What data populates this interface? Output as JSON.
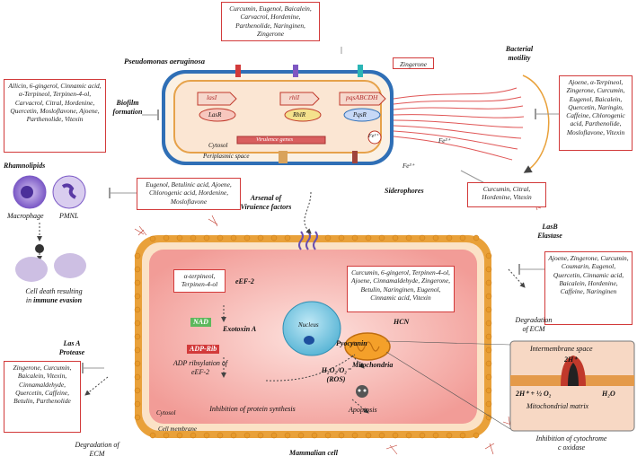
{
  "organism": {
    "name": "Pseudomonas aeruginosa",
    "mammal_label": "Mammalian cell"
  },
  "qs_genes": {
    "las": "lasI",
    "rhl": "rhlI",
    "pqs": "pqsABCDH",
    "lasr": "LasR",
    "rhlr": "RhlR",
    "pqsr": "PqsR",
    "virulence": "Virulence genes",
    "cytosol": "Cytosol",
    "periplasm": "Periplasmic space"
  },
  "top_box": "Curcumin, Eugenol, Baicalein, Carvacrol, Hordenine, Parthenolide, Naringinen, Zingerone",
  "zingerone_box": "Zingerone",
  "biofilm": {
    "label": "Biofilm formation",
    "inhibitors": "Allicin, 6-gingerol, Cinnamic acid, α-Terpineol, Terpinen-4-ol, Carvacrol, Citral, Hordenine, Quercetin, Mosloflavone, Ajoene, Parthenolide, Vitexin"
  },
  "motility": {
    "label": "Bacterial motility",
    "inhibitors": "Ajoene, α-Terpineol, Zingerone, Curcumin, Eugenol, Baicalein, Quercetin, Naringin, Caffeine, Chlorogenic acid, Parthenolide, Mosloflavone, Vitexin"
  },
  "rhamnolipids": {
    "label": "Rhamnolipids",
    "macrophage": "Macrophage",
    "pmnl": "PMNL",
    "inhibitors": "Eugenol, Betulinic acid, Ajoene, Chlorogenic acid, Hordenine, Mosloflavone",
    "death": "Cell death resulting",
    "evasion_prefix": "in ",
    "evasion": "immune evasion"
  },
  "arsenal": "Arsenal of Viruience factors",
  "siderophores": {
    "label": "Siderophores",
    "fe": "Fe³⁺",
    "inhibitors": "Curcumin, Citral, Hordenine, Vitexin"
  },
  "lasb": {
    "label": "LasB Elastase",
    "inhibitors": "Ajoene, Zingerone, Curcumin, Coumarin, Eugenol, Quercetin, Cinnamic acid, Baicalein, Hordenine, Caffeine, Naringinen",
    "degradation": "Degradation of ECM"
  },
  "lasa": {
    "label": "Las A Protease",
    "inhibitors": "Zingerone, Curcumin, Baicalein, Vitexin, Cinnamaldehyde, Quercetin, Caffeine, Betulin, Parthenolide",
    "degradation": "Degradation of ECM"
  },
  "exotoxin": {
    "inhibitors": "α-terpineol, Terpinen-4-ol",
    "eef2": "eEF-2",
    "nad": "NAD",
    "exotoxin_a": "Exotoxin A",
    "adp_rib": "ADP-Rib",
    "adp_text": "ADP ribsylation of eEF-2",
    "protein": "Inhibition of protein synthesis"
  },
  "pyocyanin": {
    "inhibitors": "Curcumin, 6-gingerol, Terpinen-4-ol, Ajoene, Cinnamaldehyde, Zingerone, Betulin, Naringinen, Eugenol, Cinnamic acid, Vitexin",
    "hcn": "HCN",
    "pyocyanin": "Pyocyanin",
    "mito": "Mitochondria",
    "ros": "H₂O₂/O₂⁻",
    "ros2": "(ROS)",
    "apoptosis": "Apoptosis"
  },
  "cell": {
    "nucleus": "Nucleus",
    "cytosol": "Cytosol",
    "membrane": "Cell membrane"
  },
  "inset": {
    "ims": "Intermembrane space",
    "h2": "2H⁺",
    "reaction": "2H⁺ + ½ O₂",
    "water": "H₂O",
    "matrix": "Mitochondrial matrix",
    "caption": "Inhibition of cytochrome c oxidase"
  },
  "colors": {
    "box_border": "#d23a3a",
    "membrane": "#e9a13a",
    "cell_fill": "#f8b8b4",
    "bact_fill": "#fbe6d3"
  }
}
